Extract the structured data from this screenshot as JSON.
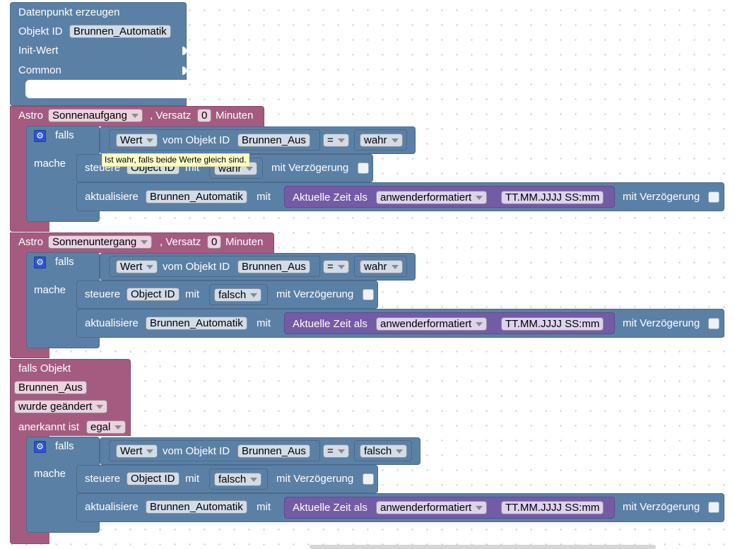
{
  "create_block": {
    "title": "Datenpunkt erzeugen",
    "object_id_label": "Objekt ID",
    "object_id_value": "Brunnen_Automatik",
    "init_label": "Init-Wert",
    "common_label": "Common"
  },
  "astro1": {
    "astro_label": "Astro",
    "event": "Sonnenaufgang",
    "offset_label": ", Versatz",
    "offset_value": "0",
    "unit": "Minuten",
    "if_label": "falls",
    "do_label": "mache",
    "cond_value_label": "Wert",
    "cond_of_label": "vom Objekt ID",
    "cond_object": "Brunnen_Aus",
    "cond_op": "=",
    "cond_compare": "wahr",
    "control_label": "steuere",
    "control_object": "Object ID",
    "control_with": "mit",
    "control_value": "wahr",
    "control_delay": "mit Verzögerung",
    "update_label": "aktualisiere",
    "update_object": "Brunnen_Automatik",
    "update_with": "mit",
    "time_label": "Aktuelle Zeit als",
    "time_format": "anwenderformatiert",
    "time_pattern": "TT.MM.JJJJ SS:mm",
    "update_delay": "mit Verzögerung",
    "tooltip": "Ist wahr, falls beide Werte gleich sind."
  },
  "astro2": {
    "astro_label": "Astro",
    "event": "Sonnenuntergang",
    "offset_label": ", Versatz",
    "offset_value": "0",
    "unit": "Minuten",
    "if_label": "falls",
    "do_label": "mache",
    "cond_value_label": "Wert",
    "cond_of_label": "vom Objekt ID",
    "cond_object": "Brunnen_Aus",
    "cond_op": "=",
    "cond_compare": "wahr",
    "control_label": "steuere",
    "control_object": "Object ID",
    "control_with": "mit",
    "control_value": "falsch",
    "control_delay": "mit Verzögerung",
    "update_label": "aktualisiere",
    "update_object": "Brunnen_Automatik",
    "update_with": "mit",
    "time_label": "Aktuelle Zeit als",
    "time_format": "anwenderformatiert",
    "time_pattern": "TT.MM.JJJJ SS:mm",
    "update_delay": "mit Verzögerung"
  },
  "trigger": {
    "title": "falls Objekt",
    "object": "Brunnen_Aus",
    "change": "wurde geändert",
    "ack_label": "anerkannt ist",
    "ack_value": "egal",
    "if_label": "falls",
    "do_label": "mache",
    "cond_value_label": "Wert",
    "cond_of_label": "vom Objekt ID",
    "cond_object": "Brunnen_Aus",
    "cond_op": "=",
    "cond_compare": "falsch",
    "control_label": "steuere",
    "control_object": "Object ID",
    "control_with": "mit",
    "control_value": "falsch",
    "control_delay": "mit Verzögerung",
    "update_label": "aktualisiere",
    "update_object": "Brunnen_Automatik",
    "update_with": "mit",
    "time_label": "Aktuelle Zeit als",
    "time_format": "anwenderformatiert",
    "time_pattern": "TT.MM.JJJJ SS:mm",
    "update_delay": "mit Verzögerung"
  }
}
